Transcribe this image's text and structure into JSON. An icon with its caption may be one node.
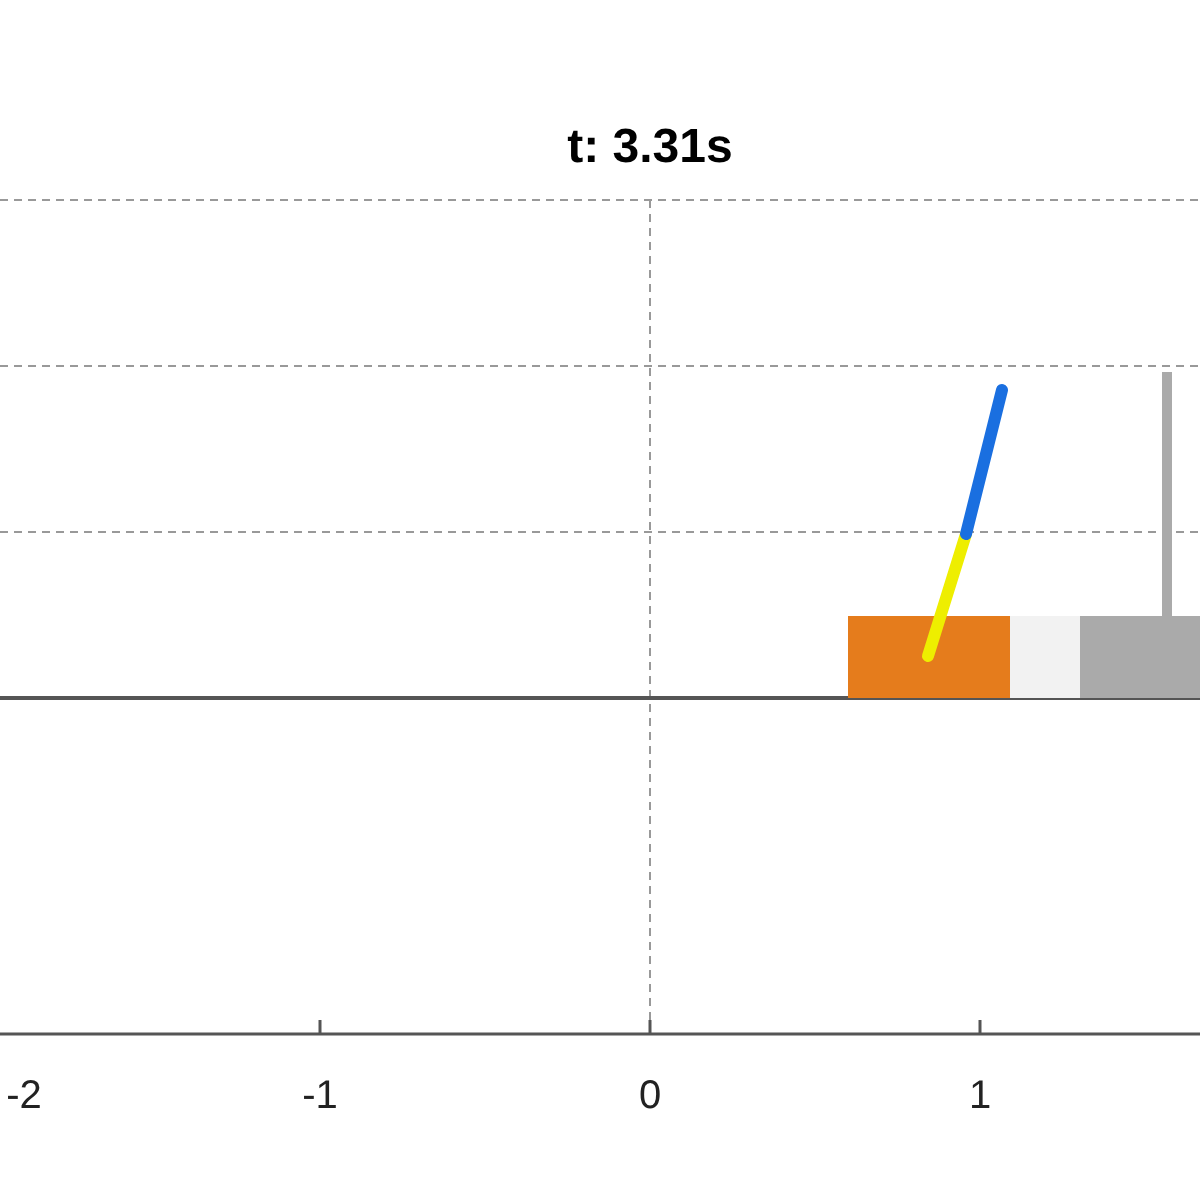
{
  "diagram": {
    "title": "t: 3.31s",
    "labels": [
      "-2",
      "-1",
      "0",
      "1"
    ]
  }
}
